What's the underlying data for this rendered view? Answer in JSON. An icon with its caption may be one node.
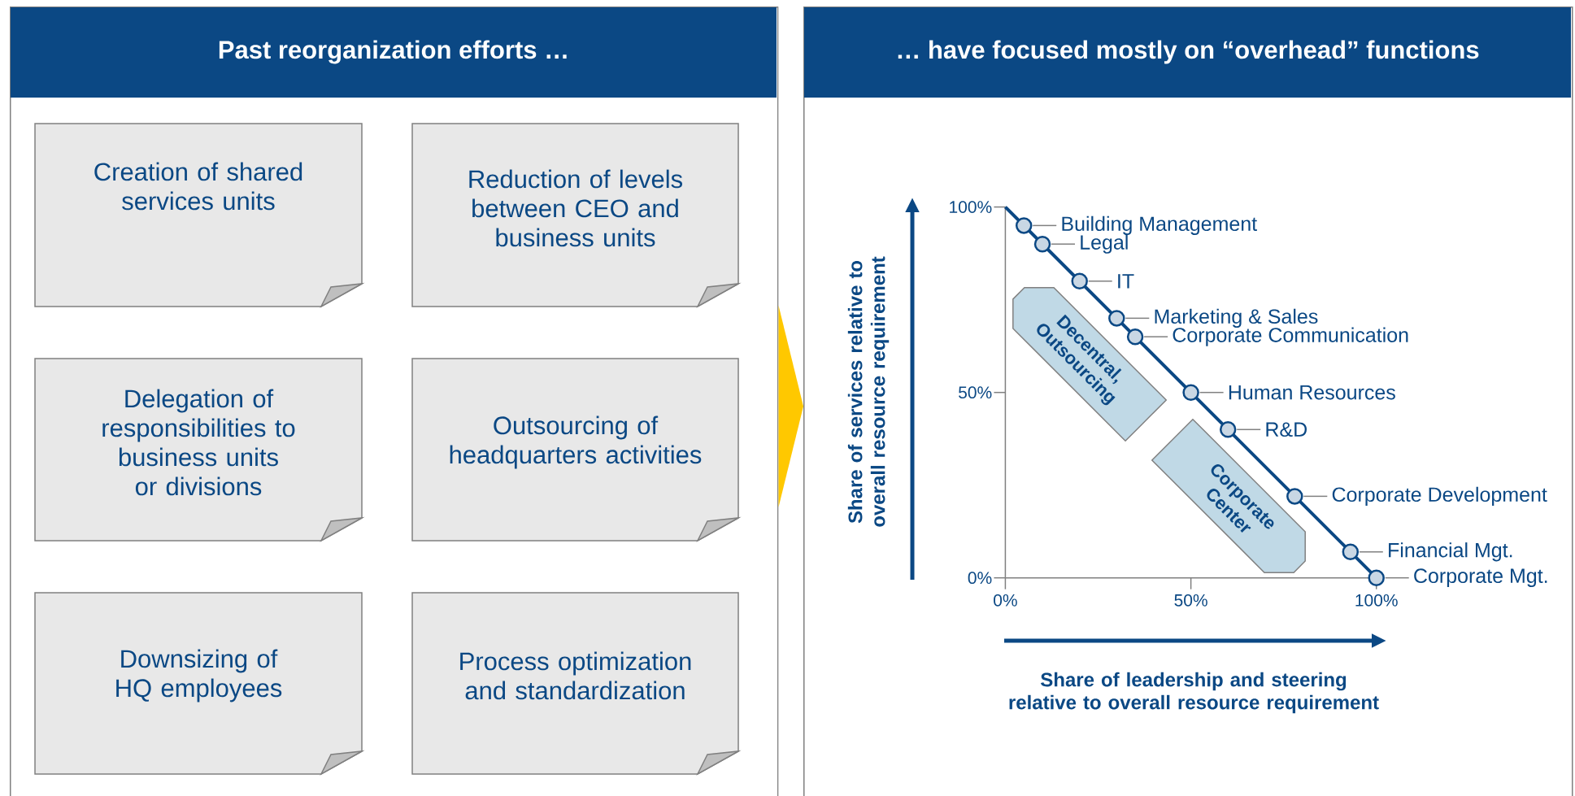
{
  "diagram": {
    "nodes": [
      {
        "text": [
          "Past reorganization efforts …"
        ]
      },
      {
        "text": [
          "Creation of shared services units"
        ],
        "in": 0
      },
      {
        "text": [
          "Reduction of levels between CEO and business units"
        ],
        "in": 0
      },
      {
        "text": [
          "Delegation of responsibilities to business units or divisions"
        ],
        "in": 0
      },
      {
        "text": [
          "Outsourcing of headquarters activities"
        ],
        "in": 0
      },
      {
        "text": [
          "Downsizing of HQ employees"
        ],
        "in": 0
      },
      {
        "text": [
          "Process optimization and standardization"
        ],
        "in": 0
      },
      {
        "text": [
          "… have focused mostly on “overhead” functions"
        ]
      },
      {
        "text": [
          "Decentral, Outsourcing"
        ],
        "in": 7
      },
      {
        "text": [
          "Corporate Center"
        ],
        "in": 7
      }
    ],
    "edges": [
      {
        "from": 0,
        "to": 7,
        "arrow": "to"
      }
    ],
    "chart_data": {
      "type": "scatter",
      "xlabel": "Share of leadership and steering relative to overall resource requirement",
      "ylabel": "Share of services relative to overall resource requirement",
      "x": [
        5,
        10,
        20,
        30,
        35,
        50,
        60,
        78,
        93,
        100
      ],
      "series": [
        {
          "values": [
            95,
            90,
            80,
            70,
            65,
            50,
            40,
            22,
            7,
            0
          ]
        }
      ],
      "xlim": [
        0,
        100
      ],
      "ylim": [
        0,
        100
      ],
      "xticks": [
        {
          "value": 0,
          "label": "0%"
        },
        {
          "value": 50,
          "label": "50%"
        },
        {
          "value": 100,
          "label": "100%"
        }
      ],
      "yticks": [
        {
          "value": 0,
          "label": "0%"
        },
        {
          "value": 50,
          "label": "50%"
        },
        {
          "value": 100,
          "label": "100%"
        }
      ],
      "annotations": [
        {
          "x": 5,
          "y": 95,
          "text": "Building Management"
        },
        {
          "x": 10,
          "y": 90,
          "text": "Legal"
        },
        {
          "x": 20,
          "y": 80,
          "text": "IT"
        },
        {
          "x": 30,
          "y": 70,
          "text": "Marketing & Sales"
        },
        {
          "x": 35,
          "y": 65,
          "text": "Corporate Communication"
        },
        {
          "x": 50,
          "y": 50,
          "text": "Human Resources"
        },
        {
          "x": 60,
          "y": 40,
          "text": "R&D"
        },
        {
          "x": 78,
          "y": 22,
          "text": "Corporate Development"
        },
        {
          "x": 93,
          "y": 7,
          "text": "Financial Mgt."
        },
        {
          "x": 100,
          "y": 0,
          "text": "Corporate Mgt."
        }
      ]
    }
  }
}
